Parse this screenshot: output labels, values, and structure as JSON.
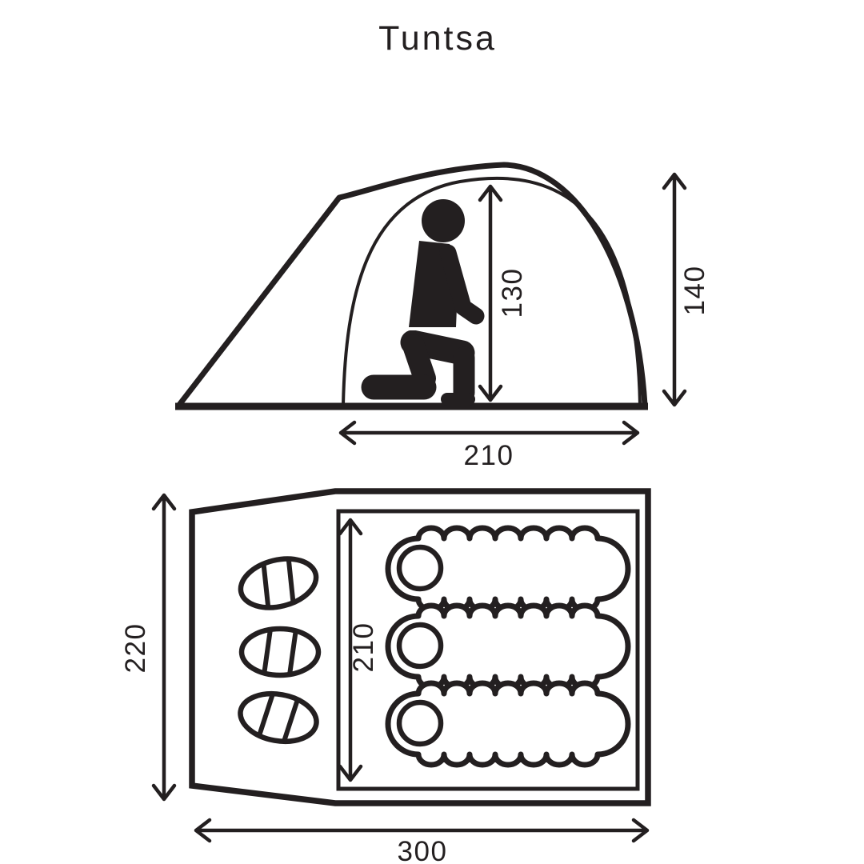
{
  "title": "Tuntsa",
  "ink_color": "#231f20",
  "background_color": "#ffffff",
  "side_view": {
    "inner_height": "130",
    "total_height": "140",
    "inner_width": "210"
  },
  "floor_plan": {
    "total_depth": "220",
    "inner_depth": "210",
    "total_width": "300",
    "sleeping_bag_count": 3,
    "vestibule_bag_count": 3
  },
  "icons": {
    "person": "kneeling-person-silhouette",
    "sleeping_bag": "scalloped-sleeping-bag-outline",
    "vestibule_bag": "segmented-stuff-sack-outline"
  }
}
